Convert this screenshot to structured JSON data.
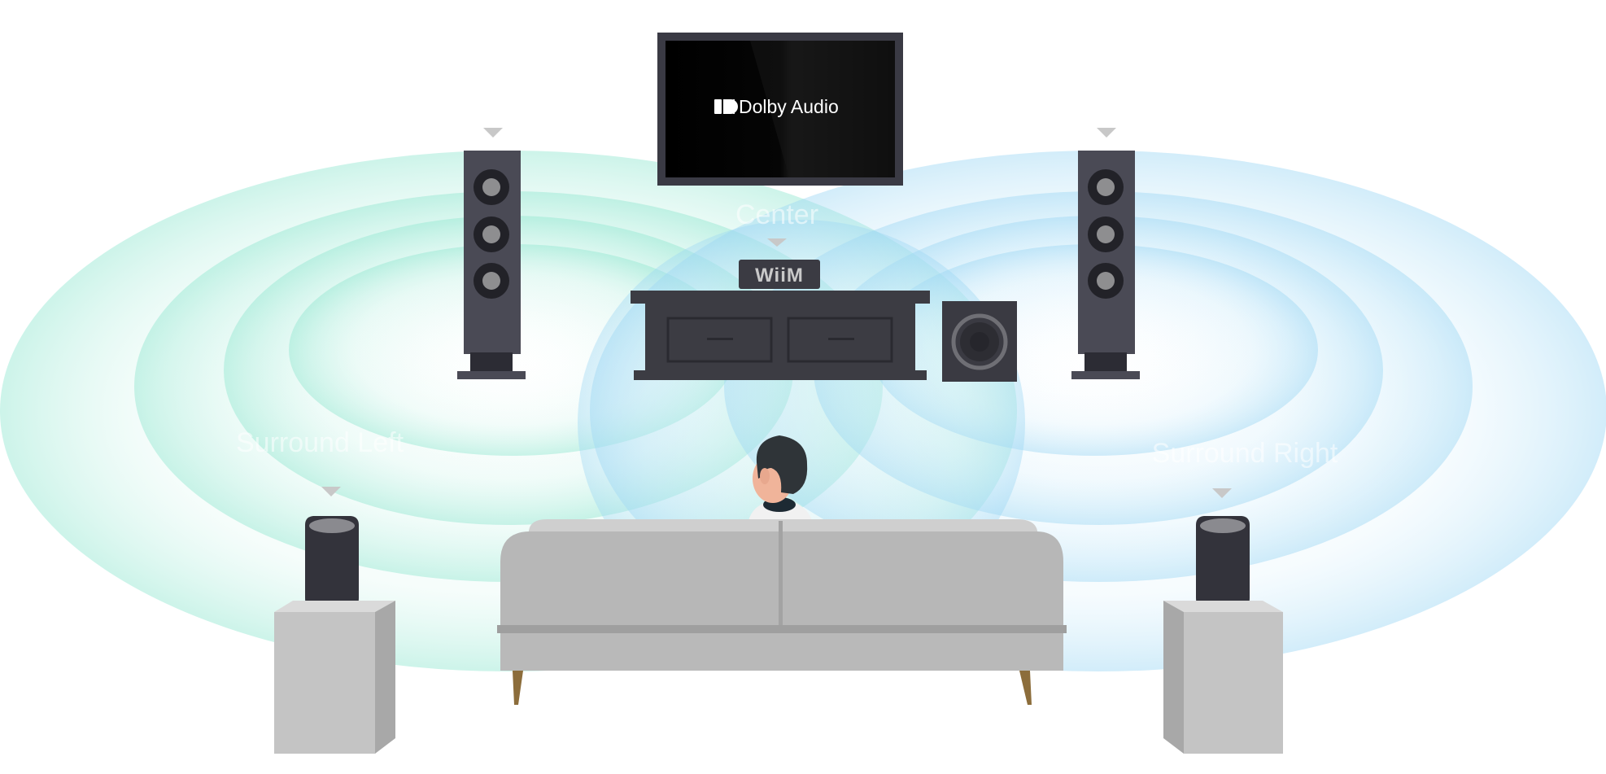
{
  "tv": {
    "brand_text": "Dolby Audio",
    "logo_icon": "dolby-double-d-icon"
  },
  "device": {
    "label": "WiiM"
  },
  "speaker_labels": {
    "center": "Center",
    "surround_left": "Surround Left",
    "surround_right": "Surround Right"
  },
  "colors": {
    "wave_green": "#7fe0c8",
    "wave_blue": "#7cc8f0",
    "speaker_body": "#4a4a55",
    "cabinet": "#3c3c43",
    "sofa": "#b7b7b7",
    "stand": "#c2c2c2",
    "marker": "#c8c8c8"
  }
}
